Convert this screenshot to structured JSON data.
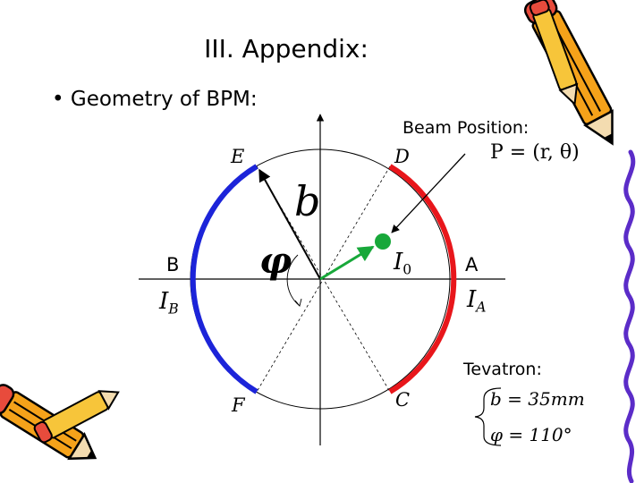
{
  "slide": {
    "title": "III. Appendix:",
    "bullet_char": "•",
    "bullet": "Geometry of BPM:"
  },
  "diagram": {
    "beam_position_label": "Beam Position:",
    "beam_position_formula": "P = (r, θ)",
    "electrode_labels": {
      "D": "D",
      "C": "C",
      "E": "E",
      "F": "F"
    },
    "side_labels": {
      "a": "A",
      "b": "B"
    },
    "radius_symbol": "b",
    "angle_symbol": "φ",
    "current_labels": {
      "I0": {
        "main": "I",
        "sub": "0"
      },
      "IA": {
        "main": "I",
        "sub": "A"
      },
      "IB": {
        "main": "I",
        "sub": "B"
      }
    },
    "colors": {
      "electrode_a": "#e8161b",
      "electrode_b": "#1c24d9",
      "beam": "#18a83a",
      "axes": "#000000"
    }
  },
  "tevatron": {
    "label": "Tevatron:",
    "b_value": "b = 35mm",
    "phi_value": "φ = 110°"
  }
}
